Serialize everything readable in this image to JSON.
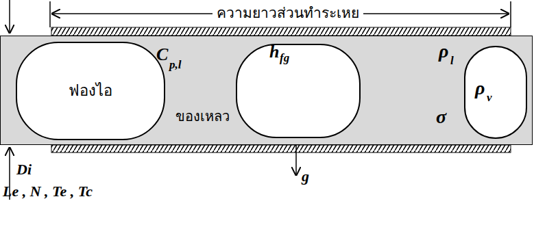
{
  "diagram": {
    "nodes": [
      {
        "text": [
          "ของเหลว"
        ]
      },
      {
        "text": [
          "ฟองไอ"
        ],
        "in": 0
      }
    ],
    "labels": [
      "ความยาวส่วนทำระเหย",
      "C",
      "p,l",
      "h",
      "fg",
      "ρ",
      "l",
      "ρ",
      "v",
      "σ",
      "g",
      "Di",
      "Le , N , Te , Tc"
    ]
  }
}
